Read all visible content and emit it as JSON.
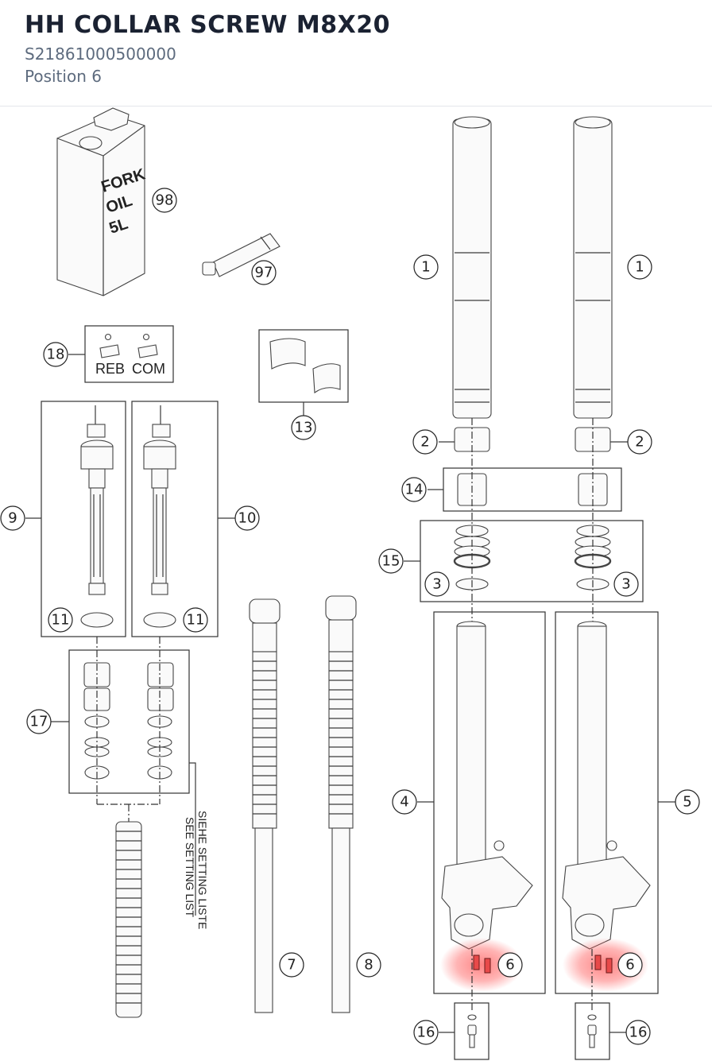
{
  "header": {
    "title": "HH COLLAR SCREW M8X20",
    "part_number": "S21861000500000",
    "position": "Position 6"
  },
  "diagram": {
    "highlight_color": "#ff5a5a",
    "callouts": [
      "98",
      "97",
      "18",
      "13",
      "9",
      "10",
      "11",
      "11",
      "17",
      "1",
      "1",
      "2",
      "2",
      "14",
      "15",
      "3",
      "3",
      "4",
      "5",
      "6",
      "6",
      "7",
      "8",
      "16",
      "16"
    ],
    "labels": {
      "oil_can_1": "FORK",
      "oil_can_2": "OIL",
      "oil_can_3": "5L",
      "reb": "REB",
      "com": "COM",
      "setting_de": "SIEHE SETTING LISTE",
      "setting_en": "SEE SETTING LIST"
    }
  }
}
